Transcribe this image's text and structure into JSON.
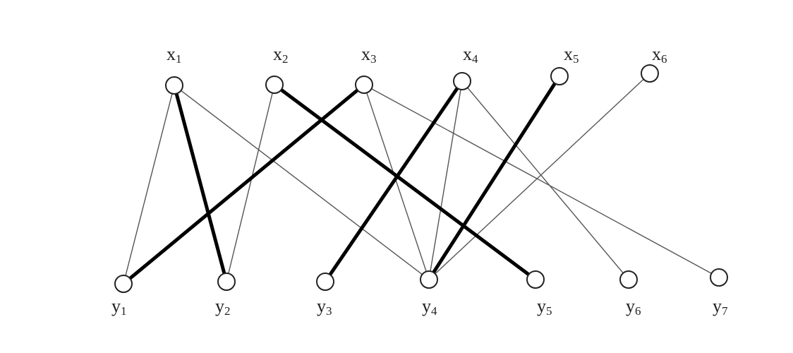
{
  "graph": {
    "top_nodes": [
      {
        "id": "x1",
        "letter": "x",
        "sub": "1"
      },
      {
        "id": "x2",
        "letter": "x",
        "sub": "2"
      },
      {
        "id": "x3",
        "letter": "x",
        "sub": "3"
      },
      {
        "id": "x4",
        "letter": "x",
        "sub": "4"
      },
      {
        "id": "x5",
        "letter": "x",
        "sub": "5"
      },
      {
        "id": "x6",
        "letter": "x",
        "sub": "6"
      }
    ],
    "bottom_nodes": [
      {
        "id": "y1",
        "letter": "y",
        "sub": "1"
      },
      {
        "id": "y2",
        "letter": "y",
        "sub": "2"
      },
      {
        "id": "y3",
        "letter": "y",
        "sub": "3"
      },
      {
        "id": "y4",
        "letter": "y",
        "sub": "4"
      },
      {
        "id": "y5",
        "letter": "y",
        "sub": "5"
      },
      {
        "id": "y6",
        "letter": "y",
        "sub": "6"
      },
      {
        "id": "y7",
        "letter": "y",
        "sub": "7"
      }
    ],
    "edges": [
      {
        "from": "x1",
        "to": "y1",
        "bold": false
      },
      {
        "from": "x1",
        "to": "y2",
        "bold": true
      },
      {
        "from": "x1",
        "to": "y4",
        "bold": false
      },
      {
        "from": "x2",
        "to": "y2",
        "bold": false
      },
      {
        "from": "x2",
        "to": "y5",
        "bold": true
      },
      {
        "from": "x3",
        "to": "y1",
        "bold": true
      },
      {
        "from": "x3",
        "to": "y4",
        "bold": false
      },
      {
        "from": "x3",
        "to": "y7",
        "bold": false
      },
      {
        "from": "x4",
        "to": "y3",
        "bold": true
      },
      {
        "from": "x4",
        "to": "y4",
        "bold": false
      },
      {
        "from": "x4",
        "to": "y6",
        "bold": false
      },
      {
        "from": "x5",
        "to": "y4",
        "bold": true
      },
      {
        "from": "x6",
        "to": "y4",
        "bold": false
      }
    ]
  }
}
